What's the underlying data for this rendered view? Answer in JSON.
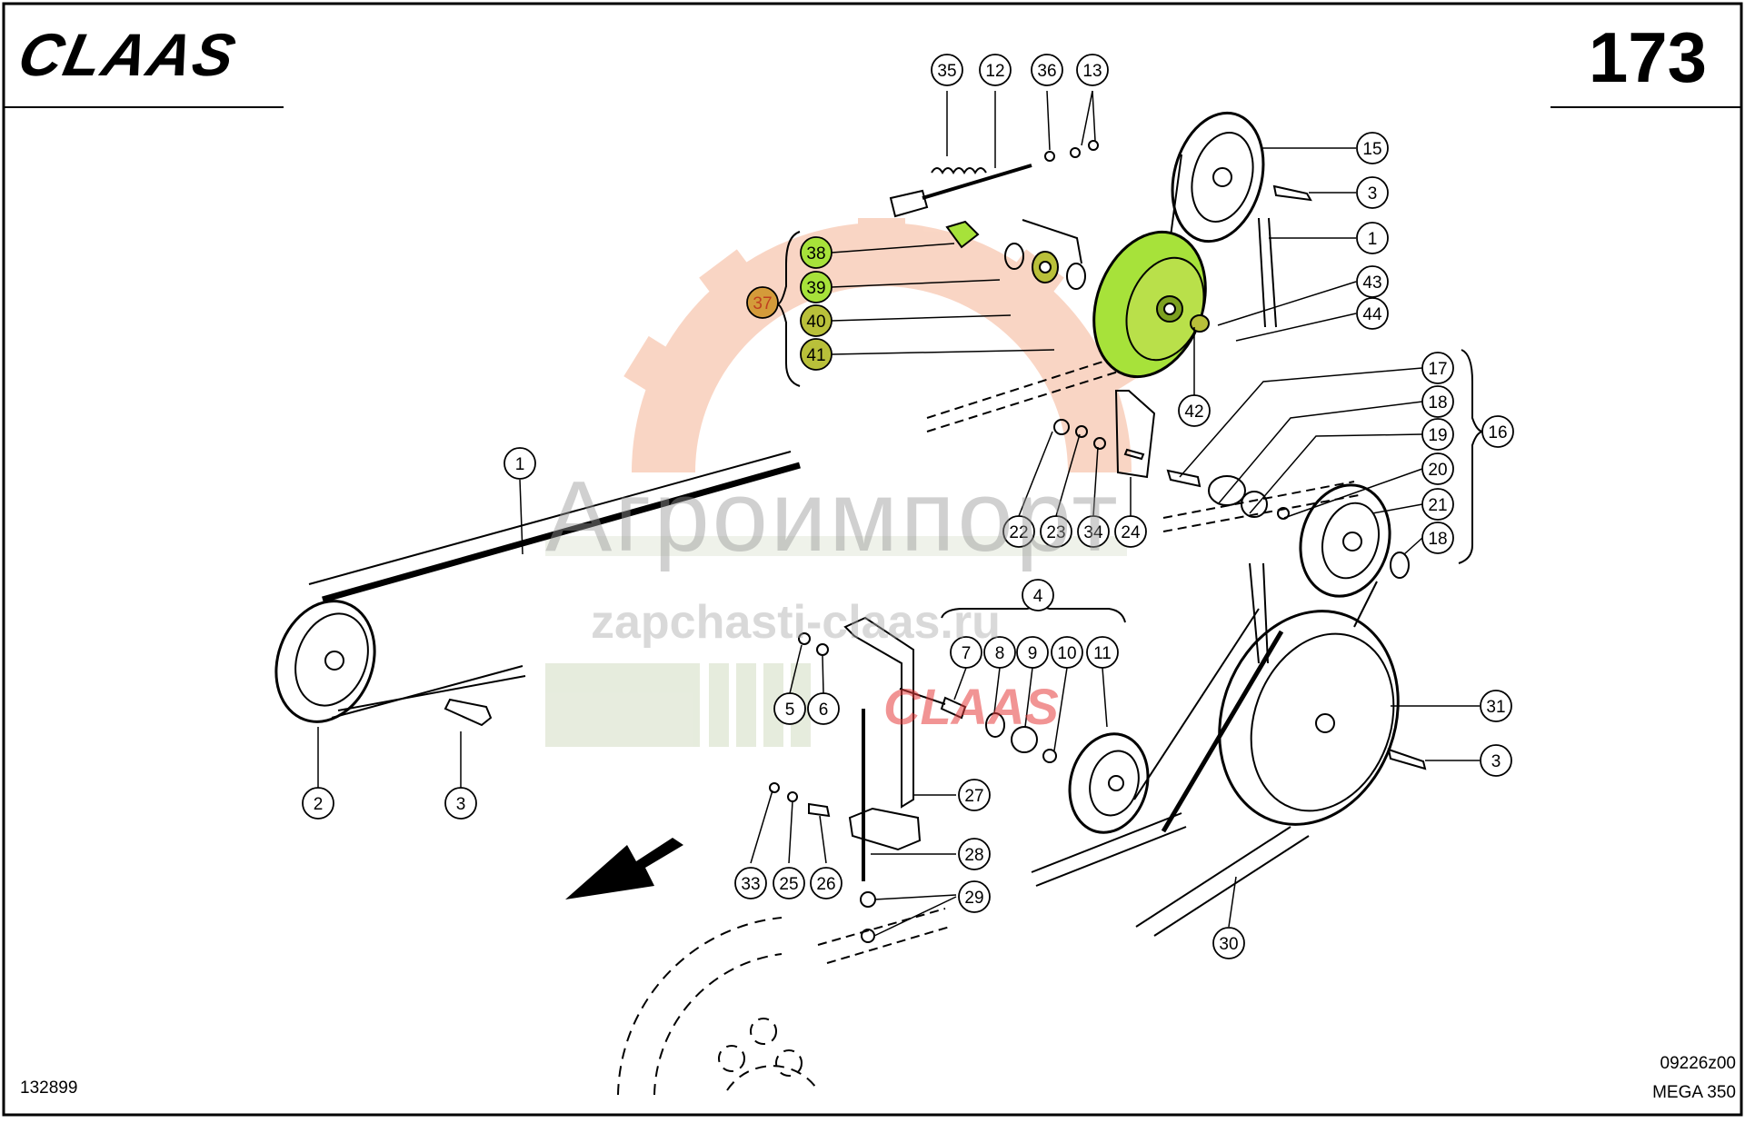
{
  "header": {
    "brand": "CLAAS",
    "page_number": "173"
  },
  "footer": {
    "document_number": "132899",
    "reference_code": "09226z00",
    "model": "MEGA 350"
  },
  "watermark": {
    "company": "Агроимпорт",
    "website": "zapchasti-claas.ru",
    "brand": "CLAAS"
  },
  "colors": {
    "highlight_green": "#a7e23a",
    "highlight_olive": "#b9c03a",
    "highlight_orange": "#d49b3a",
    "watermark_red": "#e85a3a"
  },
  "callouts": [
    {
      "id": "c35",
      "label": "35"
    },
    {
      "id": "c12",
      "label": "12"
    },
    {
      "id": "c36",
      "label": "36"
    },
    {
      "id": "c13",
      "label": "13"
    },
    {
      "id": "c15",
      "label": "15"
    },
    {
      "id": "c3a",
      "label": "3"
    },
    {
      "id": "c1a",
      "label": "1"
    },
    {
      "id": "c43",
      "label": "43"
    },
    {
      "id": "c44",
      "label": "44"
    },
    {
      "id": "c38",
      "label": "38",
      "highlight": "green"
    },
    {
      "id": "c39",
      "label": "39",
      "highlight": "green"
    },
    {
      "id": "c40",
      "label": "40",
      "highlight": "olive"
    },
    {
      "id": "c41",
      "label": "41",
      "highlight": "olive"
    },
    {
      "id": "c37",
      "label": "37",
      "highlight": "orange"
    },
    {
      "id": "c42",
      "label": "42"
    },
    {
      "id": "c17",
      "label": "17"
    },
    {
      "id": "c18a",
      "label": "18"
    },
    {
      "id": "c19",
      "label": "19"
    },
    {
      "id": "c16",
      "label": "16"
    },
    {
      "id": "c20",
      "label": "20"
    },
    {
      "id": "c21",
      "label": "21"
    },
    {
      "id": "c18b",
      "label": "18"
    },
    {
      "id": "c1b",
      "label": "1"
    },
    {
      "id": "c22",
      "label": "22"
    },
    {
      "id": "c23",
      "label": "23"
    },
    {
      "id": "c34",
      "label": "34"
    },
    {
      "id": "c24",
      "label": "24"
    },
    {
      "id": "c4",
      "label": "4"
    },
    {
      "id": "c7",
      "label": "7"
    },
    {
      "id": "c8",
      "label": "8"
    },
    {
      "id": "c9",
      "label": "9"
    },
    {
      "id": "c10",
      "label": "10"
    },
    {
      "id": "c11",
      "label": "11"
    },
    {
      "id": "c5",
      "label": "5"
    },
    {
      "id": "c6",
      "label": "6"
    },
    {
      "id": "c2",
      "label": "2"
    },
    {
      "id": "c3b",
      "label": "3"
    },
    {
      "id": "c31",
      "label": "31"
    },
    {
      "id": "c3c",
      "label": "3"
    },
    {
      "id": "c27",
      "label": "27"
    },
    {
      "id": "c28",
      "label": "28"
    },
    {
      "id": "c29",
      "label": "29"
    },
    {
      "id": "c33",
      "label": "33"
    },
    {
      "id": "c25",
      "label": "25"
    },
    {
      "id": "c26",
      "label": "26"
    },
    {
      "id": "c30",
      "label": "30"
    }
  ]
}
